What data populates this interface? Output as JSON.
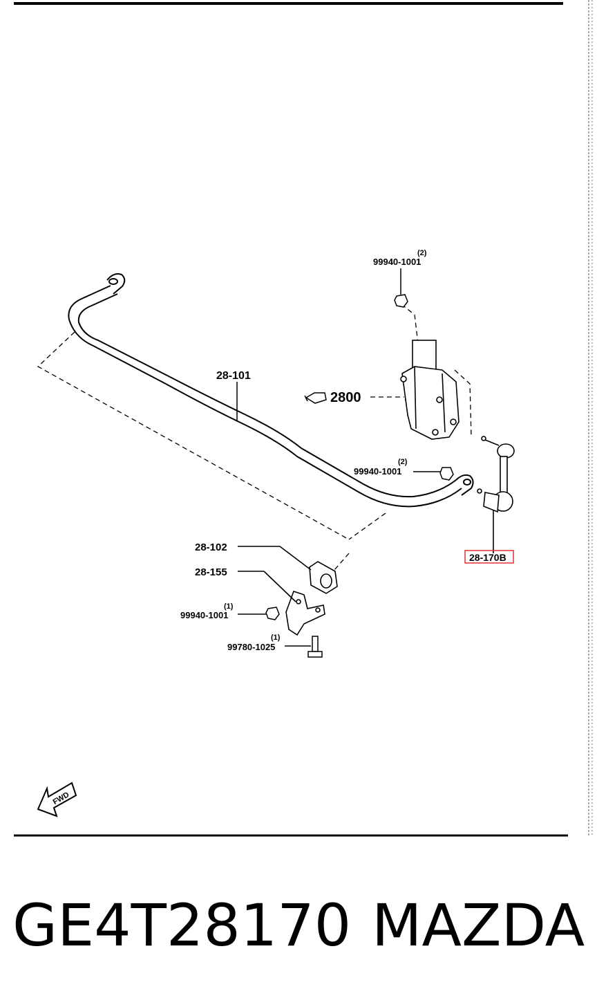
{
  "labels": {
    "bar": "28-101",
    "bushing": "28-102",
    "bracket": "28-155",
    "link": "28-170B",
    "strut_ref": "2800",
    "nut_top": "99940-1001",
    "nut_top_qty": "(2)",
    "nut_mid": "99940-1001",
    "nut_mid_qty": "(2)",
    "nut_low": "99940-1001",
    "nut_low_qty": "(1)",
    "bolt": "99780-1025",
    "bolt_qty": "(1)",
    "fwd": "FWD"
  },
  "footer": {
    "part_number": "GE4T28170",
    "brand": "MAZDA"
  },
  "highlight_color": "#e03030"
}
